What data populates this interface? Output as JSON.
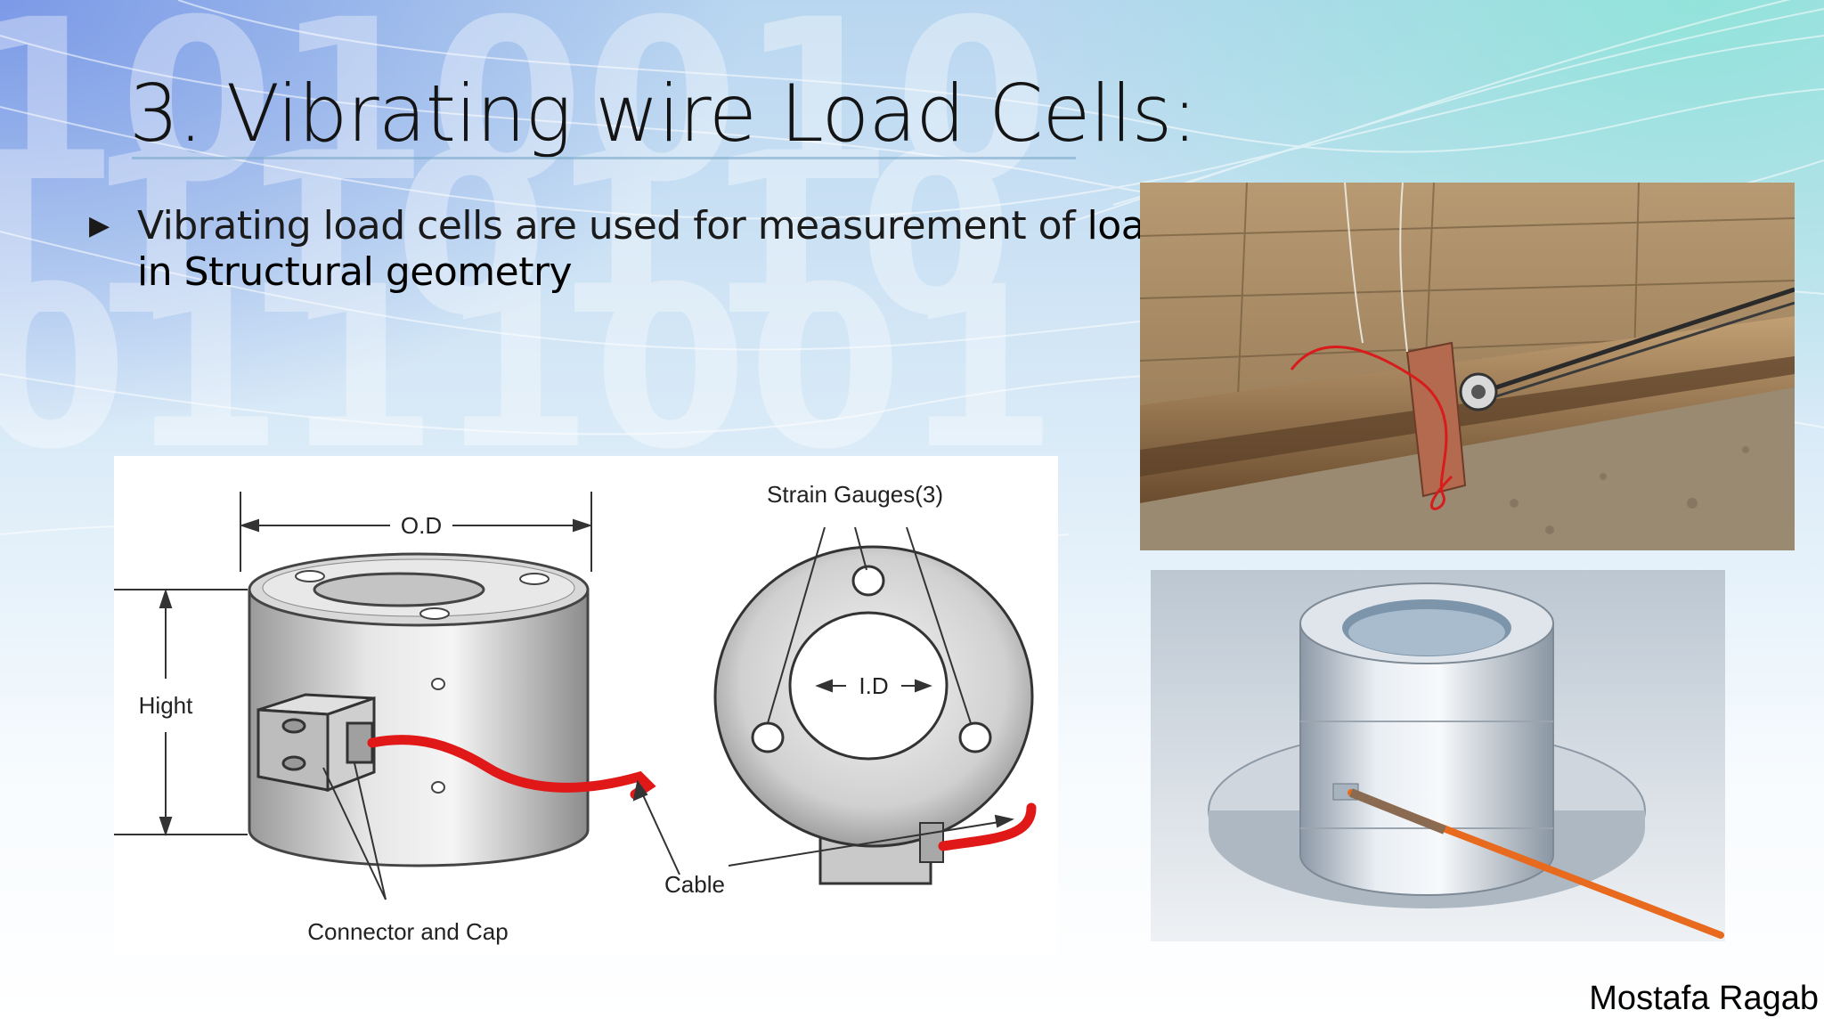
{
  "slide": {
    "title": "3. Vibrating wire Load Cells:",
    "bullet": {
      "text": "Vibrating load cells are used for measurement of ",
      "emphasis": "load in Structural geometry"
    },
    "credit": "Mostafa Ragab"
  },
  "diagram": {
    "label_od": "O.D",
    "label_height": "Hight",
    "label_id": "I.D",
    "label_strain": "Strain  Gauges(3)",
    "label_cable": "Cable",
    "label_connector": "Connector  and  Cap"
  },
  "background": {
    "digits": [
      "1010010",
      "1110110",
      "0111001"
    ]
  },
  "colors": {
    "title_underline": "#7aa9c9",
    "cable_red": "#e01818",
    "orange_cable": "#e86a1e"
  }
}
